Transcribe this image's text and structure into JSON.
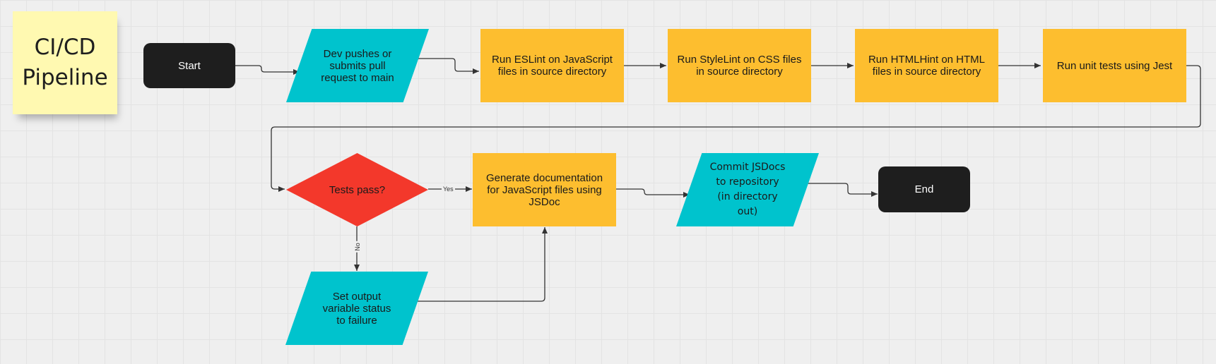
{
  "sticky_note": {
    "text": "CI/CD\nPipeline"
  },
  "nodes": {
    "start": "Start",
    "dev_push": "Dev pushes or submits pull request to main",
    "eslint": "Run ESLint on JavaScript files in source directory",
    "stylelint": "Run StyleLint on CSS files in source directory",
    "htmlhint": "Run HTMLHint on HTML files in source directory",
    "jest": "Run unit tests using Jest",
    "tests_pass": "Tests pass?",
    "gen_docs": "Generate documentation for JavaScript files using JSDoc",
    "commit_docs": "Commit JSDocs to repository (in directory out)",
    "end": "End",
    "set_failure": "Set output variable status to failure"
  },
  "edge_labels": {
    "yes": "Yes",
    "no": "No"
  },
  "colors": {
    "terminal": "#1e1e1e",
    "process": "#fdbe2f",
    "io": "#00c3cd",
    "decision": "#f3382b",
    "sticky": "#fff9b1",
    "connector": "#333333"
  }
}
